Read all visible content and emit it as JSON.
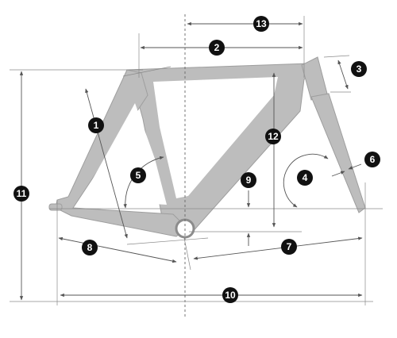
{
  "diagram": {
    "labels": [
      "1",
      "2",
      "3",
      "4",
      "5",
      "6",
      "7",
      "8",
      "9",
      "10",
      "11",
      "12",
      "13"
    ],
    "colors": {
      "frame": "#bdbdbd",
      "lines": "#555555",
      "badge": "#111111",
      "badge_text": "#ffffff"
    }
  }
}
